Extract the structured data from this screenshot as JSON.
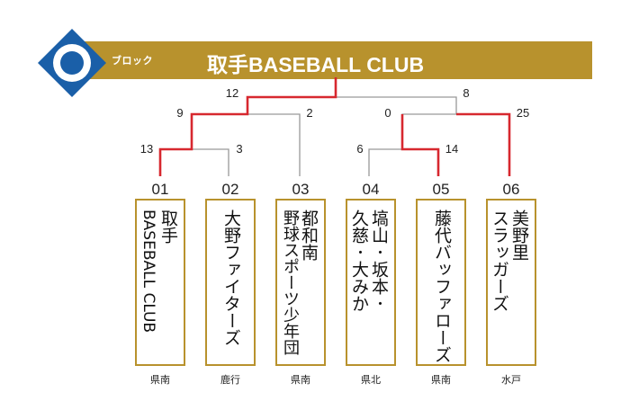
{
  "header": {
    "block_label": "ブロック",
    "title": "取手BASEBALL CLUB",
    "accent_color": "#b8922d",
    "diamond_color": "#1a5fa8"
  },
  "bracket": {
    "final": {
      "left_score": "12",
      "right_score": "8"
    },
    "semi_left": {
      "left_score": "9",
      "right_score": "2"
    },
    "semi_right": {
      "left_score": "0",
      "right_score": "25"
    },
    "r1_left": {
      "left_score": "13",
      "right_score": "3"
    },
    "r1_right": {
      "left_score": "6",
      "right_score": "14"
    },
    "win_color": "#d7282f",
    "line_color": "#999999"
  },
  "teams": [
    {
      "number": "01",
      "name": "取手",
      "name2": "BASEBALL CLUB",
      "region": "県南"
    },
    {
      "number": "02",
      "name": "大野ファイターズ",
      "region": "鹿行"
    },
    {
      "number": "03",
      "name": "都和南",
      "name2": "野球スポーツ少年団",
      "region": "県南"
    },
    {
      "number": "04",
      "name": "塙山･坂本･",
      "name2": "久慈･大みか",
      "region": "県北"
    },
    {
      "number": "05",
      "name": "藤代バッファローズ",
      "region": "県南"
    },
    {
      "number": "06",
      "name": "美野里",
      "name2": "スラッガーズ",
      "region": "水戸"
    }
  ]
}
